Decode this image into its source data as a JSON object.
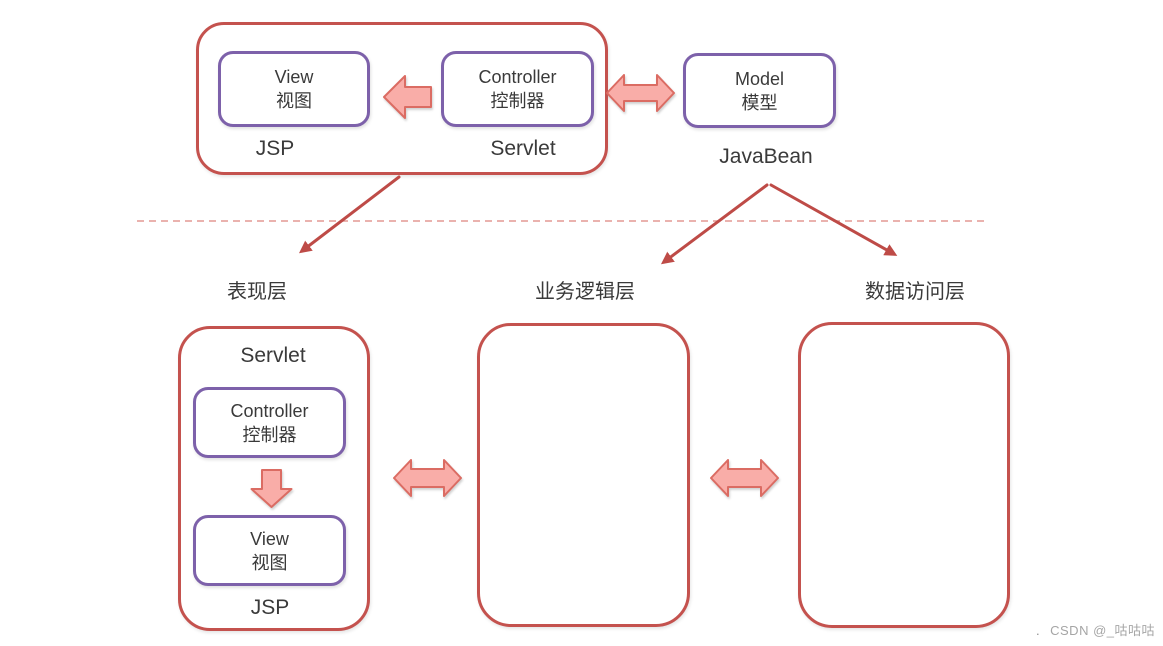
{
  "colors": {
    "box-red": "#C4524E",
    "box-purple": "#7D61AA",
    "arrow-fill": "#F9ADA8",
    "arrow-stroke": "#DB6C63",
    "line-red": "#BE4B47",
    "dashed": "#E49894",
    "text": "#3A3A3A",
    "watermark": "#A5A5A5"
  },
  "top": {
    "web_container": {
      "view": {
        "line1": "View",
        "line2": "视图"
      },
      "controller": {
        "line1": "Controller",
        "line2": "控制器"
      },
      "jsp_label": "JSP",
      "servlet_label": "Servlet"
    },
    "model": {
      "line1": "Model",
      "line2": "模型"
    },
    "javabean_label": "JavaBean"
  },
  "layers": [
    {
      "label": "表现层"
    },
    {
      "label": "业务逻辑层"
    },
    {
      "label": "数据访问层"
    }
  ],
  "bottom": {
    "presentation": {
      "servlet_label": "Servlet",
      "controller": {
        "line1": "Controller",
        "line2": "控制器"
      },
      "view": {
        "line1": "View",
        "line2": "视图"
      },
      "jsp_label": "JSP"
    }
  },
  "icons": [
    {
      "name": "left-block-arrow",
      "meaning": "controller to view flow"
    },
    {
      "name": "double-headed-arrow",
      "meaning": "bidirectional communication"
    },
    {
      "name": "down-block-arrow",
      "meaning": "controller to view flow"
    },
    {
      "name": "diagonal-arrow",
      "meaning": "maps to layer"
    }
  ],
  "watermark": {
    "dot": ".",
    "text": "CSDN @_咕咕咕"
  }
}
